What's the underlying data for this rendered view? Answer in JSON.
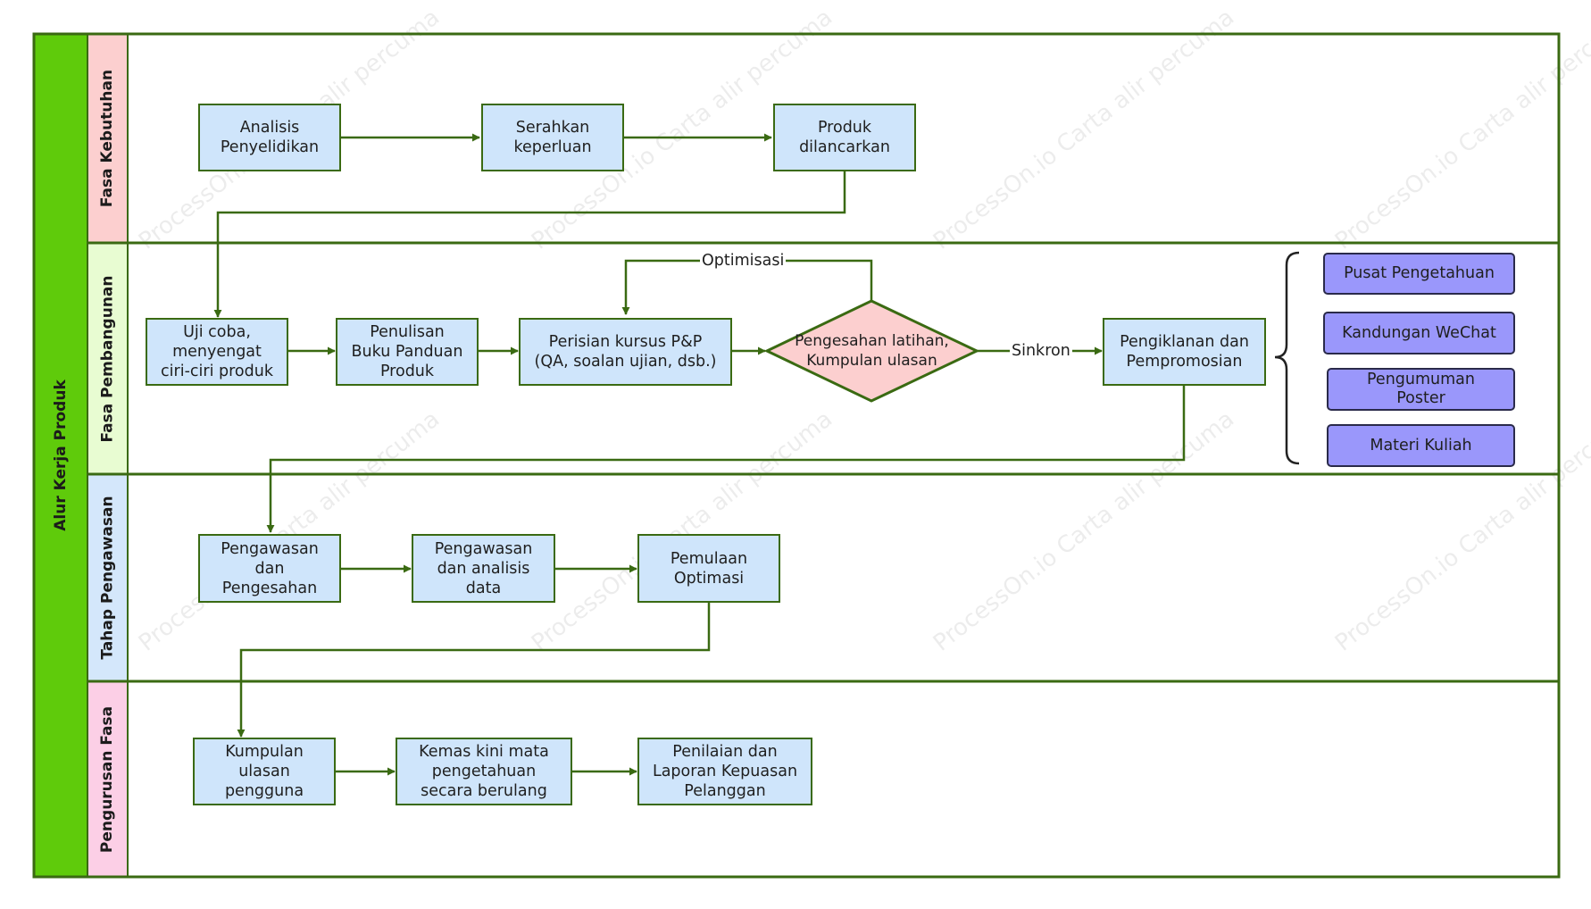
{
  "diagram": {
    "title": "Alur Kerja Produk",
    "watermark": "ProcessOn.io Carta alir percuma",
    "lanes": [
      {
        "label": "Fasa Kebutuhan",
        "color": "#fccfcf"
      },
      {
        "label": "Fasa Pembangunan",
        "color": "#e8fcd2"
      },
      {
        "label": "Tahap Pengawasan",
        "color": "#d4e7fb"
      },
      {
        "label": "Pengurusan Fasa",
        "color": "#fccfe6"
      }
    ],
    "nodes": {
      "n1": "Analisis\nPenyelidikan",
      "n2": "Serahkan\nkeperluan",
      "n3": "Produk\ndilancarkan",
      "n4": "Uji coba,\nmenyengat\nciri-ciri produk",
      "n5": "Penulisan\nBuku Panduan\nProduk",
      "n6": "Perisian kursus P&P\n(QA, soalan ujian, dsb.)",
      "n7": "Pengesahan latihan,\nKumpulan ulasan",
      "n8": "Pengiklanan dan\nPempromosian",
      "n9": "Pengawasan\ndan\nPengesahan",
      "n10": "Pengawasan\ndan analisis\ndata",
      "n11": "Pemulaan\nOptimasi",
      "n12": "Kumpulan\nulasan\npengguna",
      "n13": "Kemas kini mata\npengetahuan\nsecara berulang",
      "n14": "Penilaian dan\nLaporan Kepuasan\nPelanggan"
    },
    "channels": [
      "Pusat Pengetahuan",
      "Kandungan WeChat",
      "Pengumuman\nPoster",
      "Materi Kuliah"
    ],
    "edge_labels": {
      "loop": "Optimisasi",
      "sync": "Sinkron"
    },
    "colors": {
      "outer_band": "#5fcb0b",
      "line": "#3a6a12",
      "process_fill": "#cfe5fb",
      "decision_fill": "#fccfcf",
      "channel_fill": "#9a97fb"
    }
  }
}
